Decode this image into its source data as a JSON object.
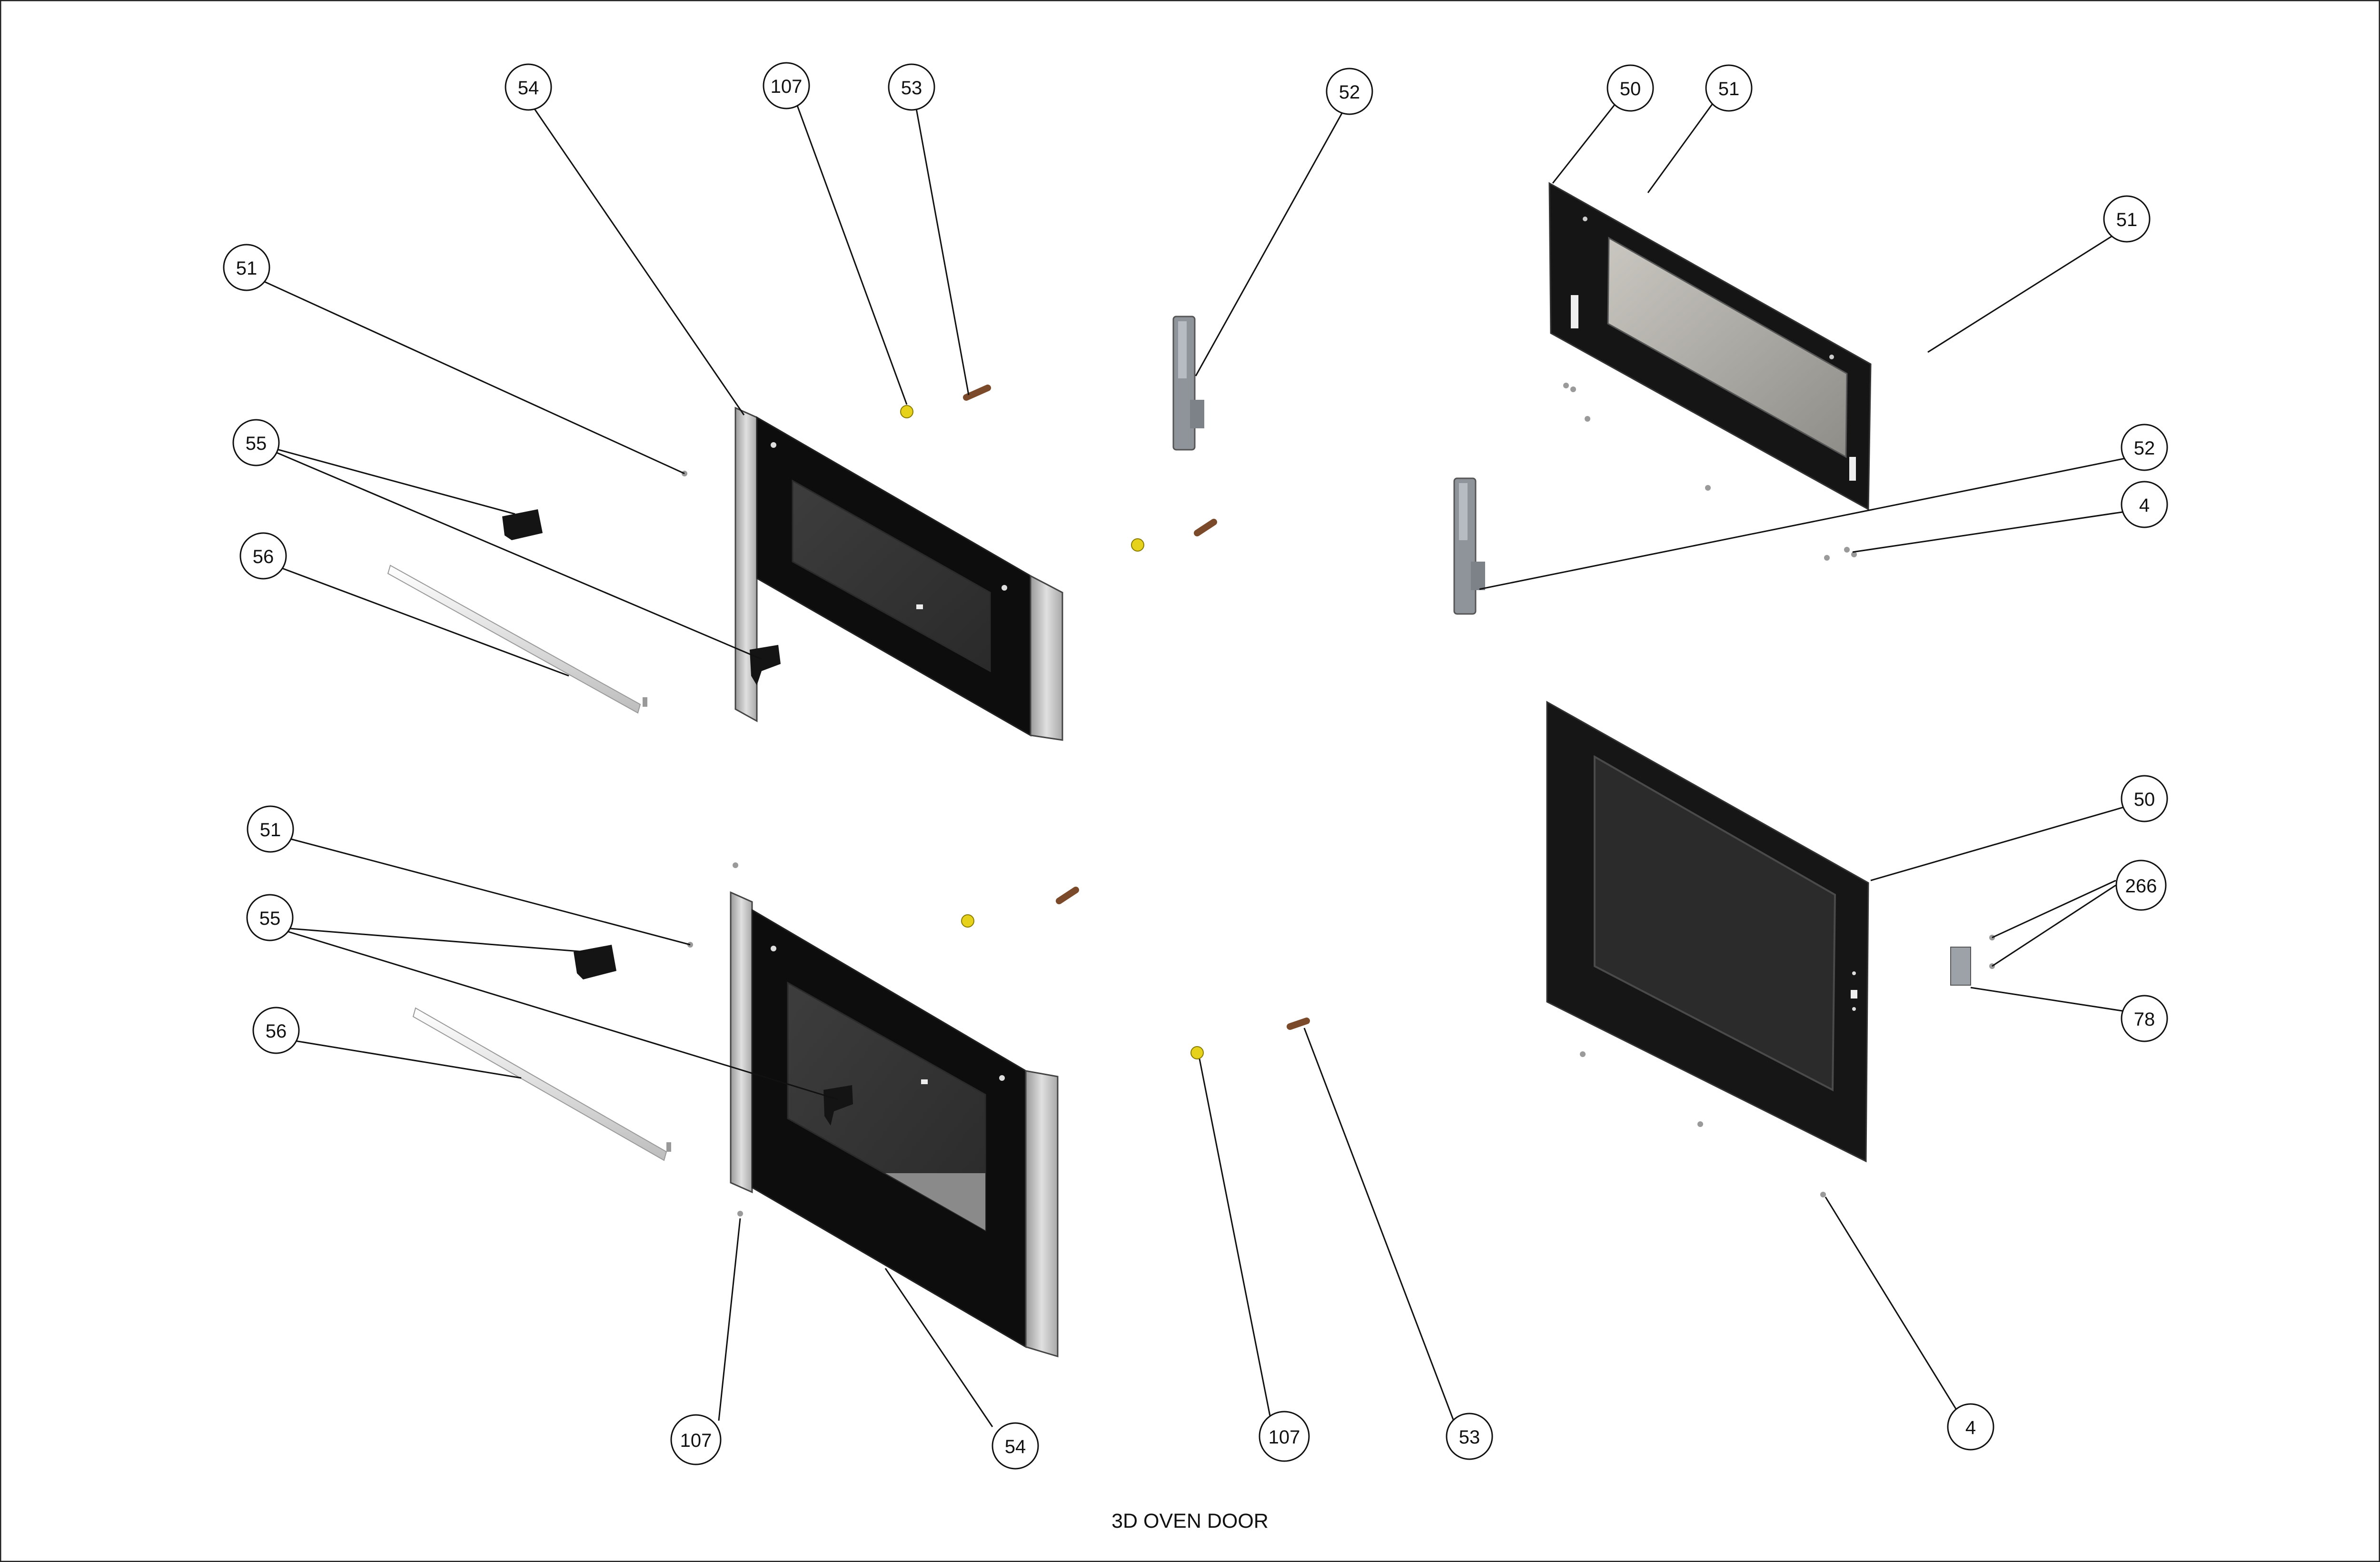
{
  "title": "3D OVEN DOOR",
  "callouts": {
    "c54_top": "54",
    "c107_top": "107",
    "c53_top": "53",
    "c52_top": "52",
    "c50_top": "50",
    "c51_top": "51",
    "c51_right": "51",
    "c51_left_upper": "51",
    "c55_upper": "55",
    "c56_upper": "56",
    "c52_mid": "52",
    "c4_mid": "4",
    "c50_lower": "50",
    "c266": "266",
    "c78": "78",
    "c51_left_lower": "51",
    "c55_lower": "55",
    "c56_lower": "56",
    "c107_bottom_left": "107",
    "c54_bottom": "54",
    "c107_bottom_mid": "107",
    "c53_bottom": "53",
    "c4_bottom": "4"
  },
  "colors": {
    "line": "#111111",
    "glass_dark": "#1a1a1a",
    "glass_inner": "#3a3a3a",
    "steel": "#c8c8c8",
    "panel_black": "#141414",
    "yellow_bushing": "#e6d21a",
    "brown_pin": "#7a4a2a",
    "hinge_grey": "#8a8f96"
  }
}
